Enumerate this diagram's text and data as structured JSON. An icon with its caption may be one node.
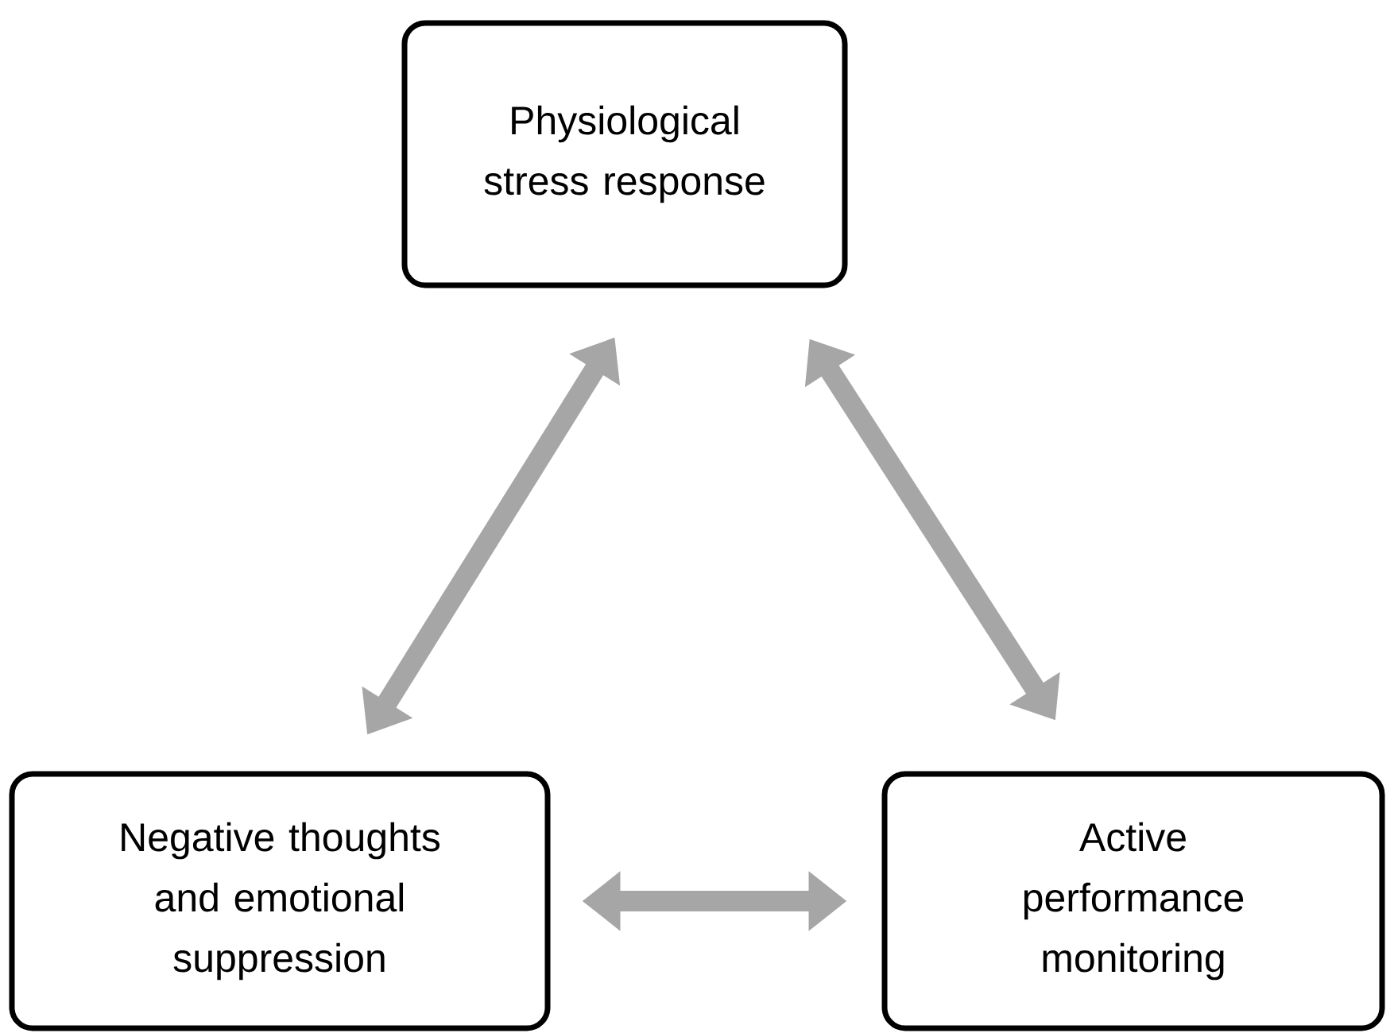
{
  "diagram": {
    "nodes": [
      {
        "text": [
          "Physiological stress response"
        ]
      },
      {
        "text": [
          "Negative thoughts and emotional suppression"
        ]
      },
      {
        "text": [
          "Active performance monitoring"
        ]
      }
    ],
    "edges": [
      {
        "from": 1,
        "to": 0,
        "arrow": "both"
      },
      {
        "from": 0,
        "to": 2,
        "arrow": "both"
      },
      {
        "from": 1,
        "to": 2,
        "arrow": "both"
      }
    ]
  }
}
